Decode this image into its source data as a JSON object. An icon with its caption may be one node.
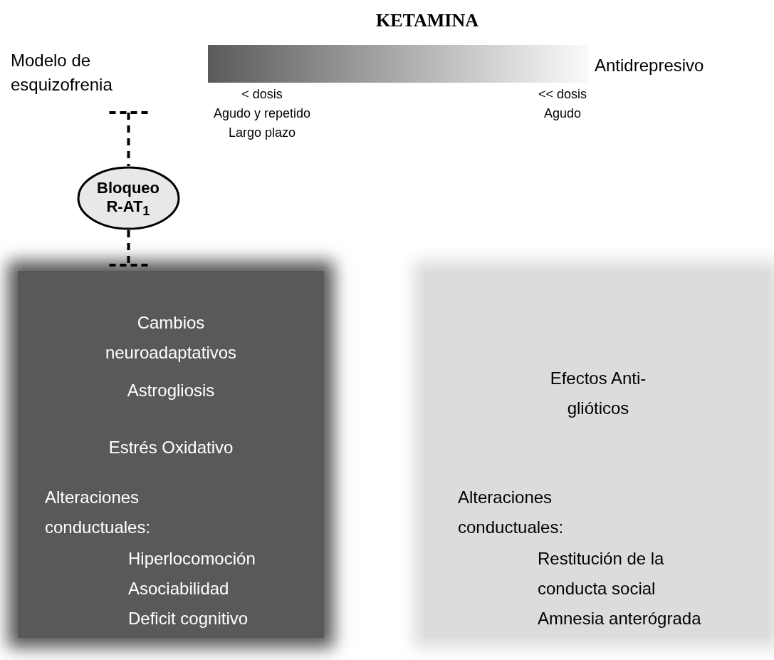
{
  "diagram": {
    "title": "KETAMINA",
    "nodes": [
      {
        "text": [
          "Modelo de esquizofrenia"
        ]
      },
      {
        "text": [],
        "shape": "bar"
      },
      {
        "text": [
          "Bloqueo R-AT$_{1}$"
        ]
      },
      {
        "text": [
          "Cambios neuroadaptativos",
          "Astrogliosis",
          "Estrés Oxidativo",
          "Alteraciones conductuales:",
          "Hiperlocomoción",
          "Asociabilidad",
          "Deficit cognitivo"
        ]
      },
      {
        "text": [
          "Efectos Anti-glióticos",
          "Alteraciones conductuales:",
          "Restitución de la conducta social",
          "Amnesia anterógrada"
        ]
      }
    ],
    "edges": [
      {
        "from": 0,
        "to": 2,
        "arrow": "other",
        "style": "dashed"
      },
      {
        "from": 2,
        "to": 3,
        "arrow": "other",
        "style": "dashed"
      }
    ],
    "labels": [
      "Antidrepresivo",
      "< dosis",
      "Agudo y repetido",
      "Largo plazo",
      "<< dosis",
      "Agudo"
    ]
  }
}
